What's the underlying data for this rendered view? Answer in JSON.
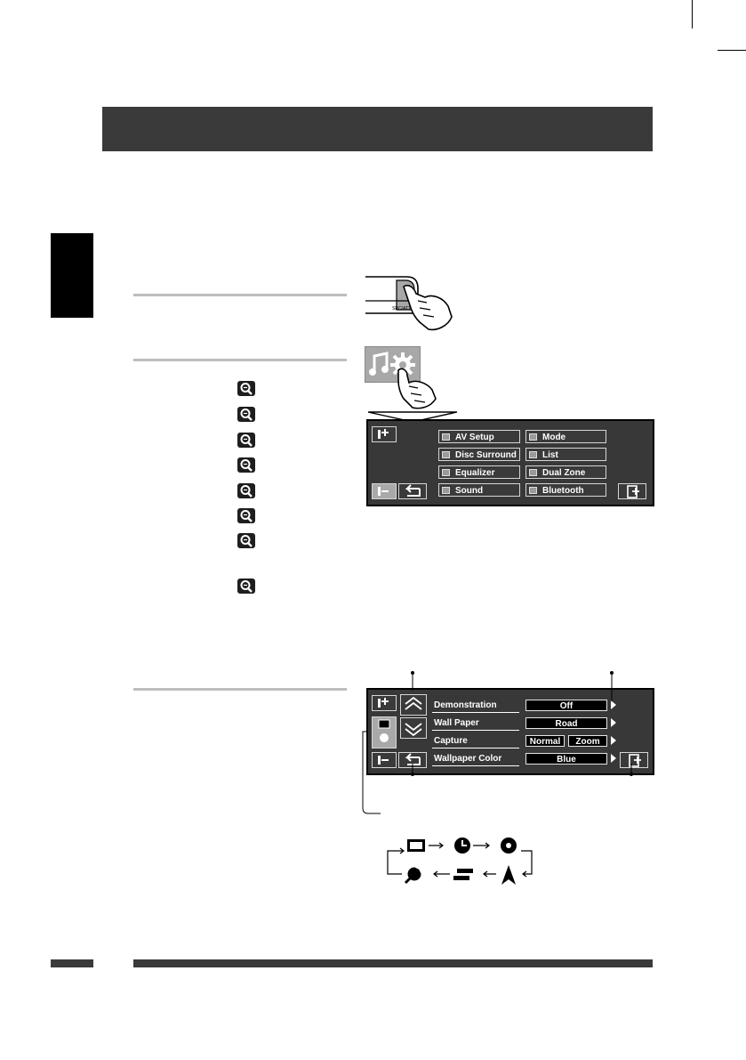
{
  "menu": {
    "buttons": [
      {
        "label": "AV Setup"
      },
      {
        "label": "Mode"
      },
      {
        "label": "Disc Surround"
      },
      {
        "label": "List"
      },
      {
        "label": "Equalizer"
      },
      {
        "label": "Dual Zone"
      },
      {
        "label": "Sound"
      },
      {
        "label": "Bluetooth"
      }
    ]
  },
  "setup": {
    "rows": [
      {
        "label": "Demonstration",
        "value": "Off"
      },
      {
        "label": "Wall Paper",
        "value": "Road"
      },
      {
        "label": "Capture",
        "value": "Normal",
        "value2": "Zoom"
      },
      {
        "label": "Wallpaper Color",
        "value": "Blue"
      }
    ]
  },
  "source_button": {
    "label": "SRC/ATT"
  },
  "icons": {
    "cycle": [
      "display-icon",
      "clock-icon",
      "disc-icon",
      "navigation-icon",
      "connector-icon",
      "wrench-icon"
    ]
  }
}
